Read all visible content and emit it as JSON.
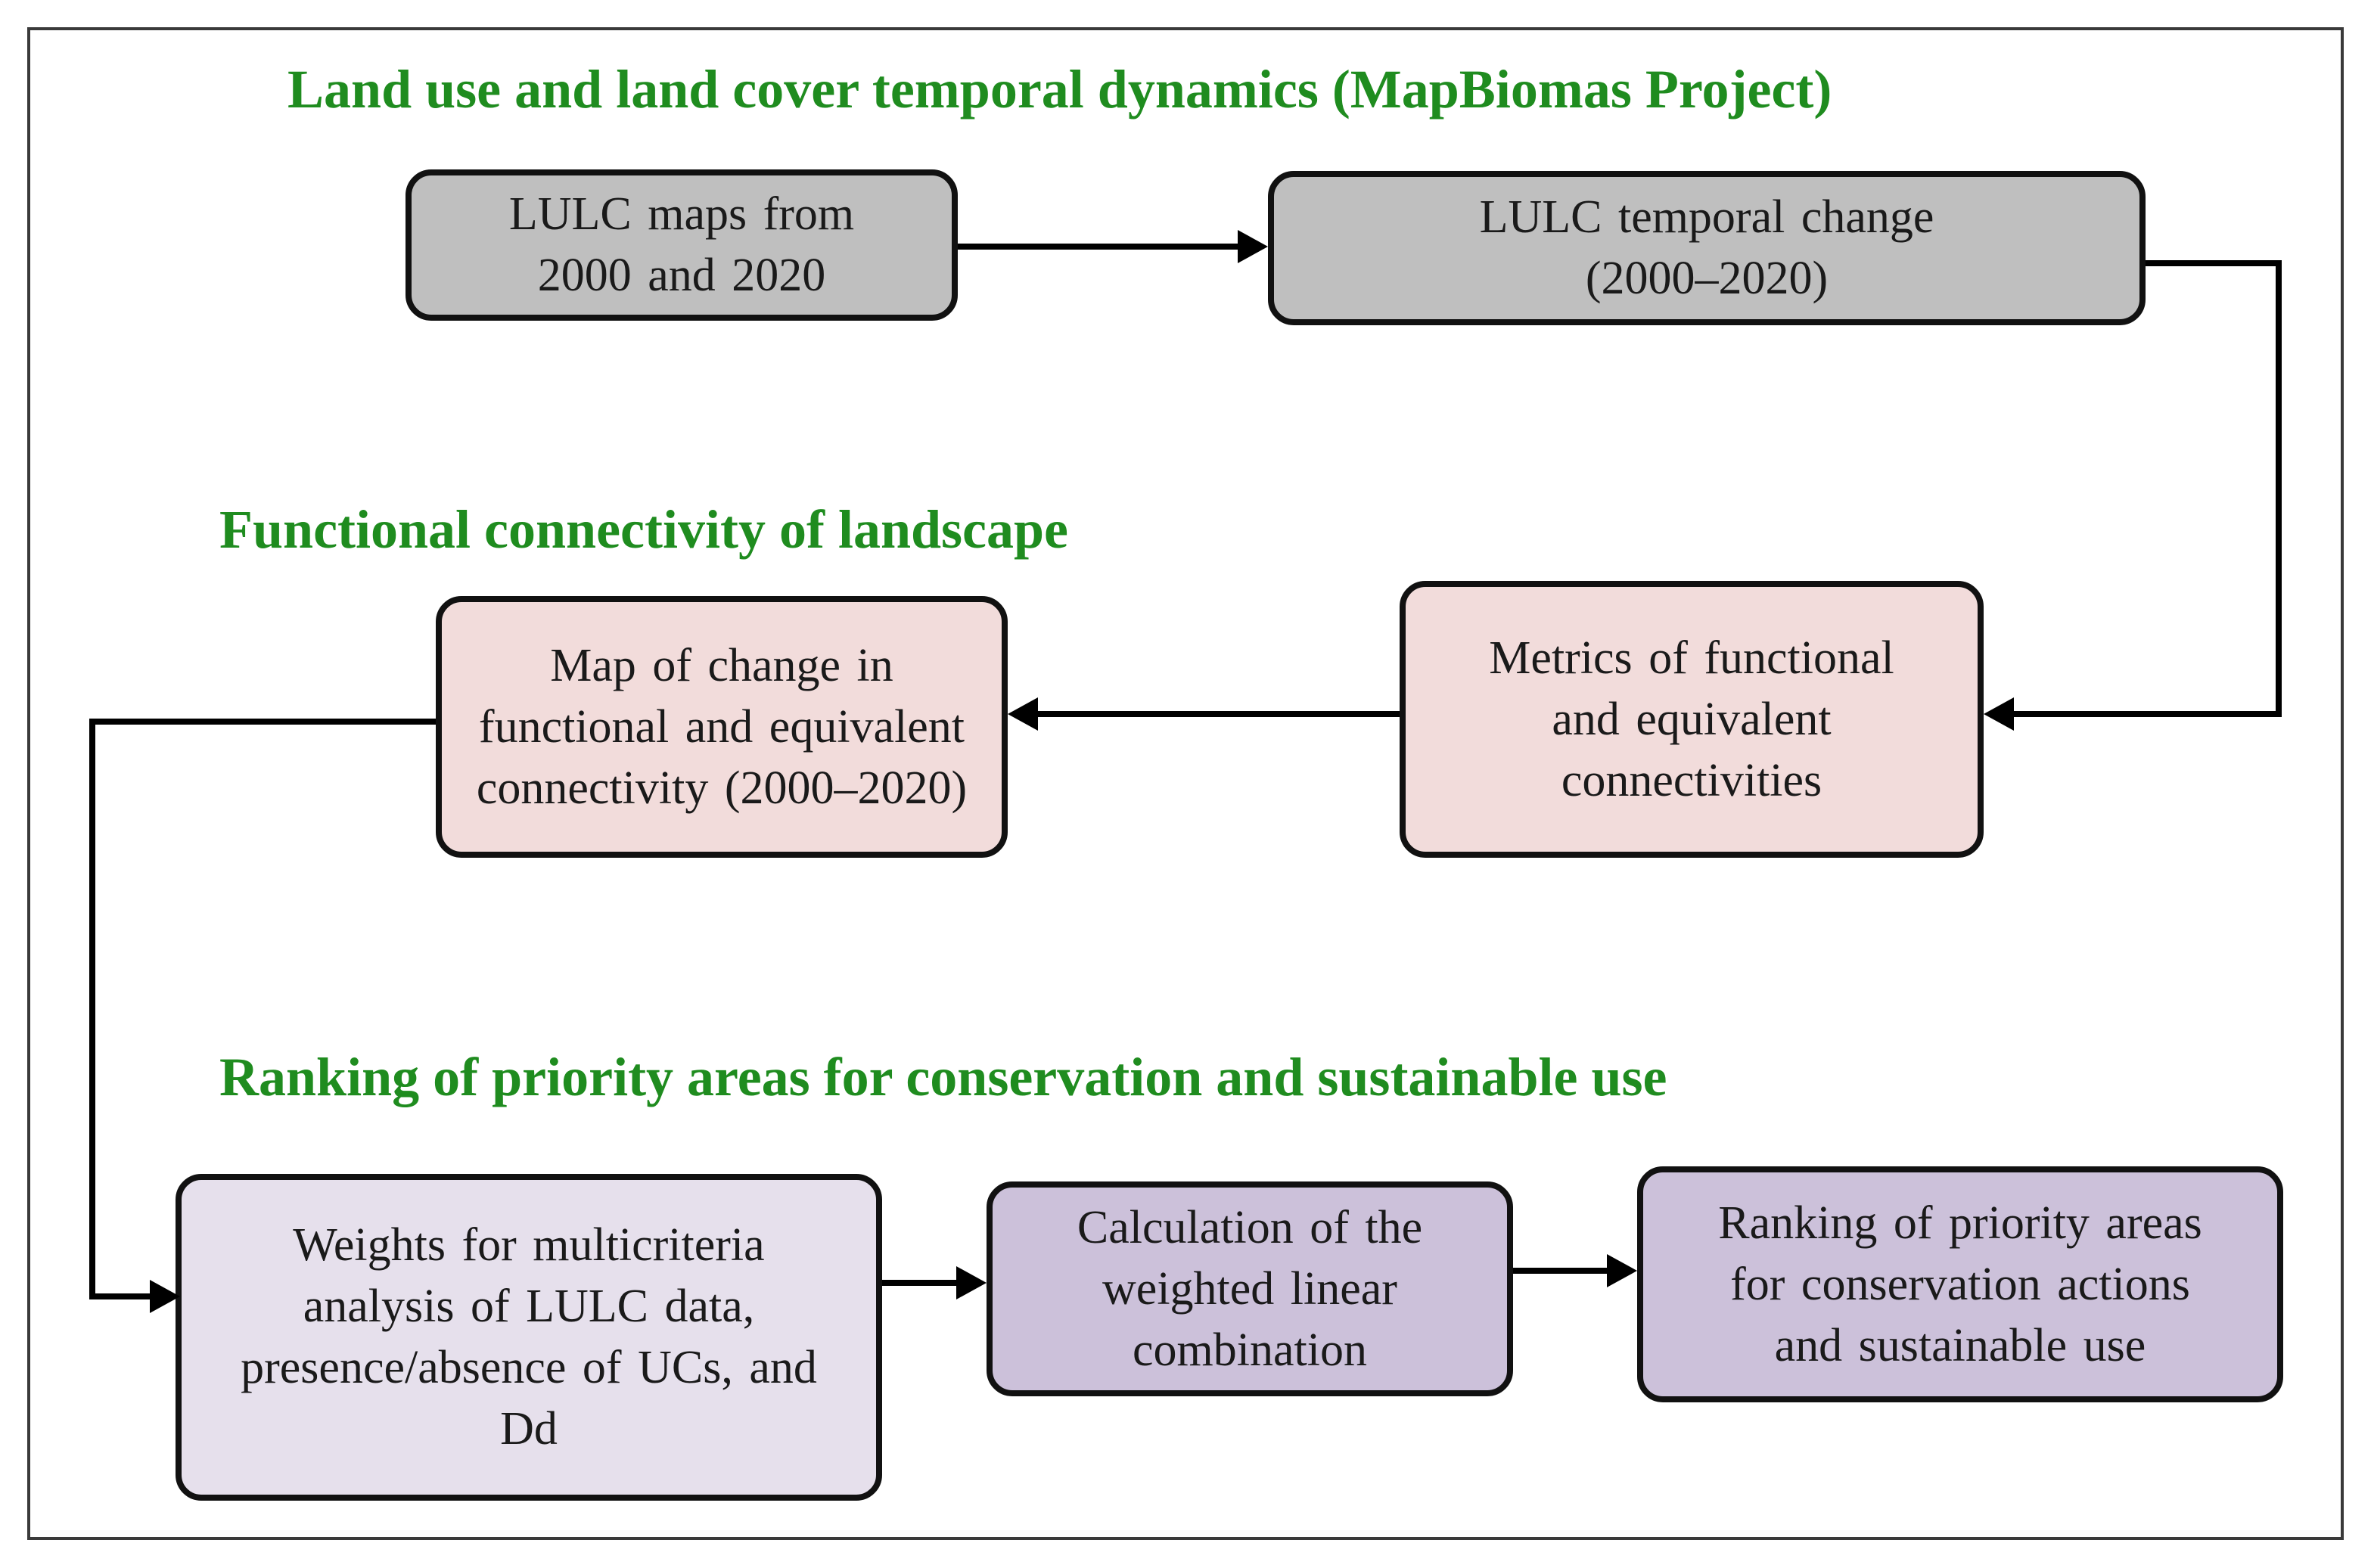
{
  "colors": {
    "title_green": "#1f8c1f",
    "gray_box": "#bfbfbf",
    "pink_box": "#f2dcdb",
    "lavender_light": "#e6e0ec",
    "lavender_dark": "#ccc1da",
    "arrow": "#000000"
  },
  "sections": {
    "lulc_title": "Land use and land cover temporal dynamics (MapBiomas Project)",
    "connectivity_title": "Functional connectivity of landscape",
    "ranking_title": "Ranking of priority areas for conservation and sustainable use"
  },
  "boxes": {
    "lulc_maps": "LULC maps from\n2000 and 2020",
    "lulc_change": "LULC temporal change\n(2000–2020)",
    "metrics": "Metrics of functional\nand equivalent\nconnectivities",
    "change_map": "Map of change in\nfunctional and equivalent\nconnectivity (2000–2020)",
    "weights": "Weights for multicriteria\nanalysis of LULC data,\npresence/absence of UCs, and\nDd",
    "calculation": "Calculation of the\nweighted linear\ncombination",
    "ranking": "Ranking of priority areas\nfor conservation actions\nand sustainable use"
  }
}
